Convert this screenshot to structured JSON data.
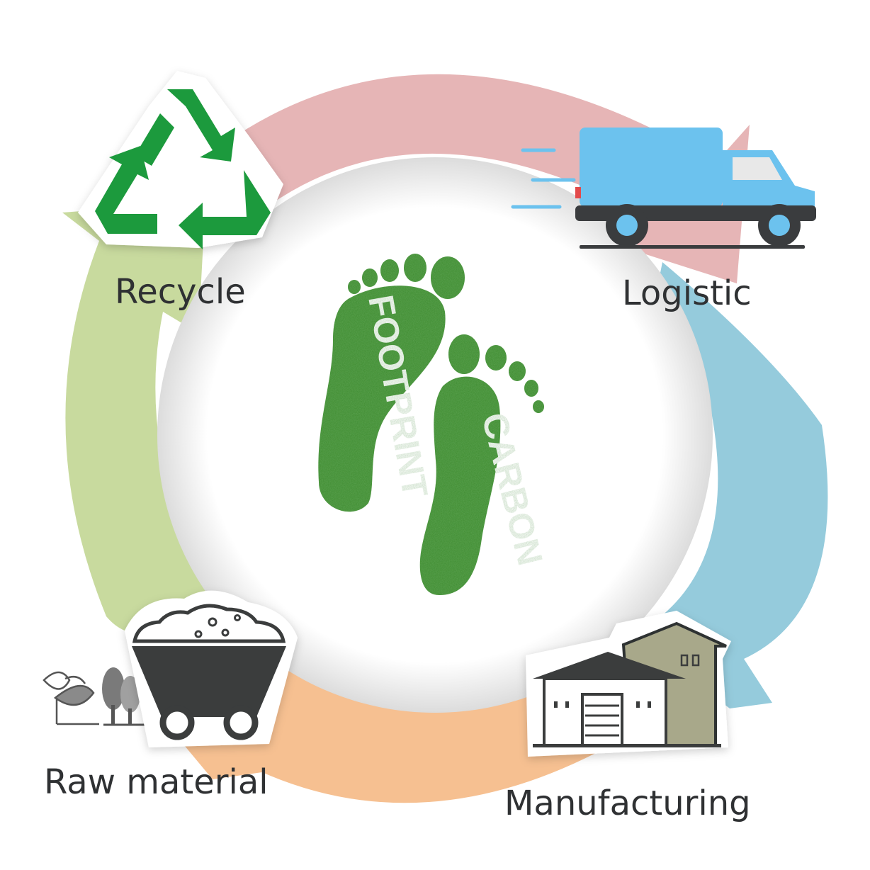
{
  "diagram": {
    "stages": [
      {
        "id": "recycle",
        "label": "Recycle",
        "icon": "recycle-icon",
        "arc_color": "#e6b5b6"
      },
      {
        "id": "logistic",
        "label": "Logistic",
        "icon": "truck-icon",
        "arc_color": "#95cbdc"
      },
      {
        "id": "manufacturing",
        "label": "Manufacturing",
        "icon": "factory-icon",
        "arc_color": "#f6c091"
      },
      {
        "id": "raw_material",
        "label": "Raw material",
        "icon": "mine-cart-icon",
        "arc_color": "#c8da9e"
      }
    ],
    "center": {
      "icon": "footprints-icon",
      "left_foot_text": "FOOTPRINT",
      "right_foot_text": "CARBON",
      "foot_color": "#3e8a2f"
    },
    "colors": {
      "recycle_green": "#1f9a3d",
      "truck_blue": "#6cc2ee",
      "building_olive": "#a8a88a",
      "dark": "#2f3133"
    }
  }
}
